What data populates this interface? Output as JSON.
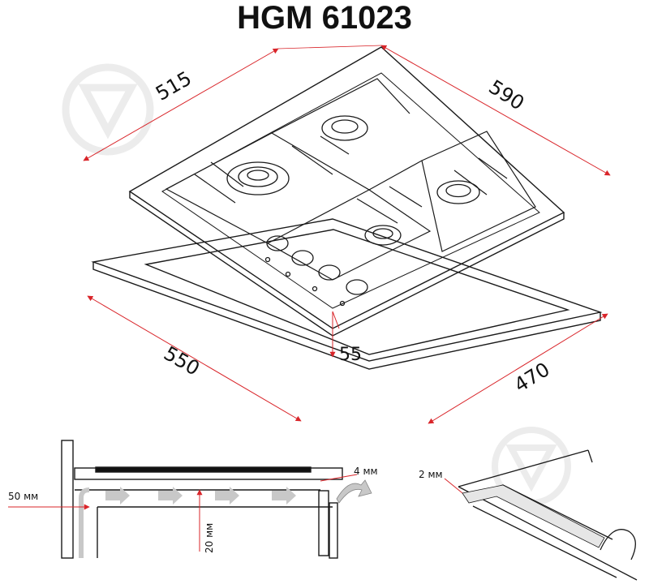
{
  "title": "HGM 61023",
  "dimensions": {
    "top_width": "515",
    "top_depth": "590",
    "cutout_width": "550",
    "cutout_depth": "470",
    "height": "55"
  },
  "install": {
    "gap_side": "50 мм",
    "gap_under": "20 мм",
    "gap_front": "4 мм",
    "seal": "2 мм"
  },
  "colors": {
    "dimension_line": "#d9252a",
    "outline": "#1a1a1a",
    "airflow_arrow": "#c8c8c8",
    "watermark": "#e9e9e9"
  }
}
